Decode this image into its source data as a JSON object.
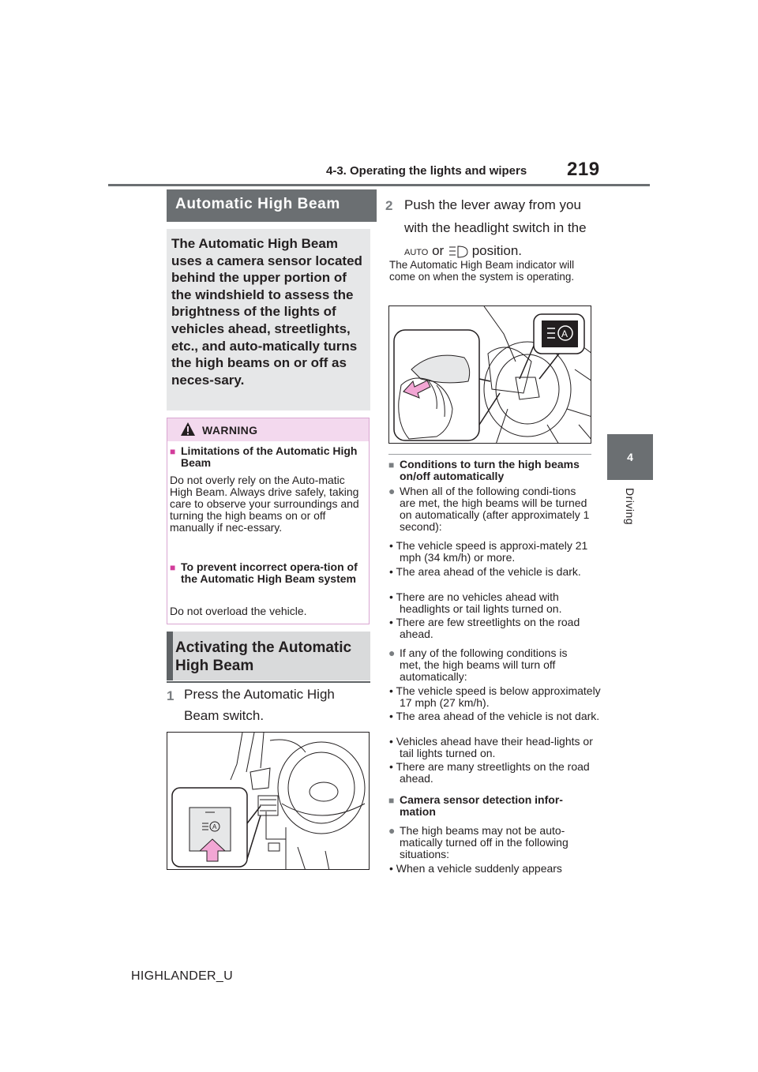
{
  "header": {
    "section_title": "4-3. Operating the lights and wipers",
    "page_number": "219"
  },
  "side_tab": {
    "chapter_number": "4",
    "chapter_label": "Driving"
  },
  "section1": {
    "title": "Automatic High Beam",
    "intro": "The Automatic High Beam uses a camera sensor located behind the upper portion of the windshield to assess the brightness of the lights of vehicles ahead, streetlights, etc., and auto-matically turns the high beams on or off as neces-sary."
  },
  "warning": {
    "title": "WARNING",
    "items": [
      {
        "heading": "Limitations of the Automatic High Beam",
        "text": "Do not overly rely on the Auto-matic High Beam. Always drive safely, taking care to observe your surroundings and turning the high beams on or off manually if nec-essary."
      },
      {
        "heading": "To prevent incorrect opera-tion of the Automatic High Beam system",
        "text": "Do not overload the vehicle."
      }
    ]
  },
  "section2": {
    "title": "Activating the Automatic High Beam"
  },
  "steps": [
    {
      "num": "1",
      "text": "Press the Automatic High Beam switch."
    },
    {
      "num": "2",
      "text_before": "Push the lever away from you with the headlight switch in the",
      "auto_icon": "AUTO",
      "text_mid": "or",
      "text_after": "position."
    }
  ],
  "indicator_note": "The Automatic High Beam indicator will come on when the system is operating.",
  "conditions": {
    "on": {
      "heading": "Conditions to turn the high beams on/off automatically",
      "lead": "When all of the following condi-tions are met, the high beams will be turned on automatically (after approximately 1 second):",
      "items": [
        "The vehicle speed is approxi-mately 21 mph (34 km/h) or more.",
        "The area ahead of the vehicle is dark.",
        "There are no vehicles ahead with headlights or tail lights turned on.",
        "There are few streetlights on the road ahead."
      ]
    },
    "off": {
      "lead": "If any of the following conditions is met, the high beams will turn off automatically:",
      "items": [
        "The vehicle speed is below approximately 17 mph (27 km/h).",
        "The area ahead of the vehicle is not dark.",
        "Vehicles ahead have their head-lights or tail lights turned on.",
        "There are many streetlights on the road ahead."
      ]
    },
    "camera": {
      "heading": "Camera sensor detection infor-mation",
      "lead": "The high beams may not be auto-matically turned off in the following situations:",
      "items": [
        "When a vehicle suddenly appears"
      ]
    }
  },
  "footer": "HIGHLANDER_U",
  "icons": {
    "square_bullet": "square-bullet-icon",
    "round_bullet": "round-bullet-icon",
    "warning": "warning-triangle-icon"
  },
  "colors": {
    "header_gray": "#6b6f72",
    "warning_pink": "#f3d9ee",
    "pink_bullet": "#d23c9b",
    "arrow_pink": "#f2a6d4"
  }
}
